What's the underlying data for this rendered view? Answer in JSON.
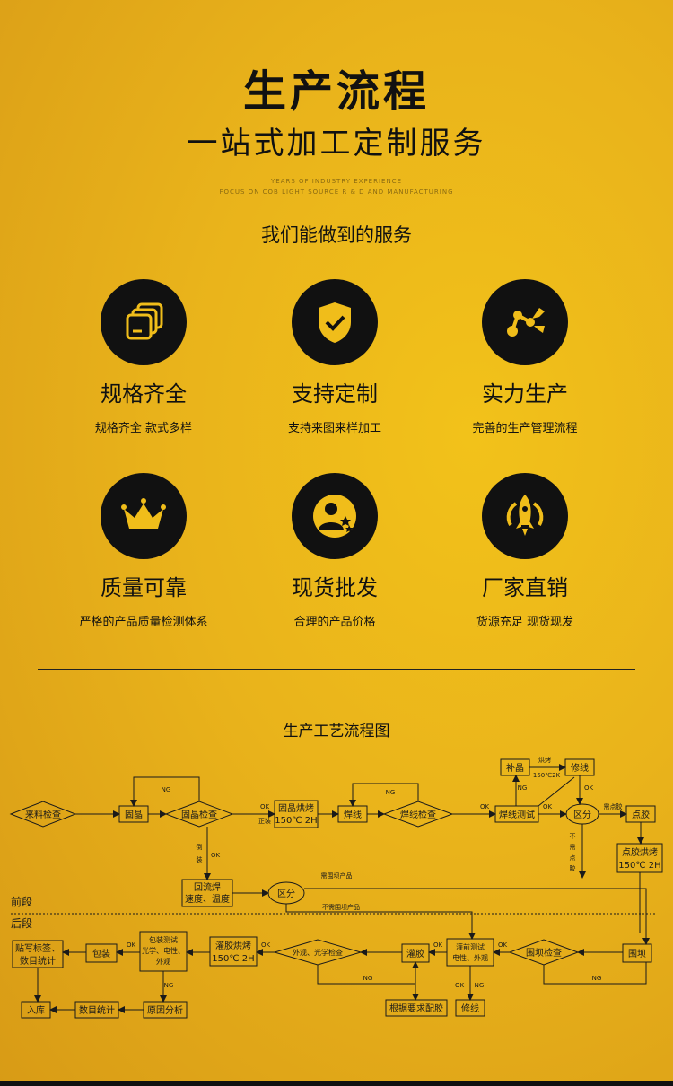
{
  "header": {
    "title": "生产流程",
    "subtitle": "一站式加工定制服务",
    "en_line1": "YEARS OF INDUSTRY EXPERIENCE",
    "en_line2": "FOCUS ON COB LIGHT SOURCE R & D AND MANUFACTURING"
  },
  "services": {
    "heading": "我们能做到的服务",
    "items": [
      {
        "icon": "stack-icon",
        "title": "规格齐全",
        "desc": "规格齐全 款式多样"
      },
      {
        "icon": "shield-check-icon",
        "title": "支持定制",
        "desc": "支持来图来样加工"
      },
      {
        "icon": "robot-arm-icon",
        "title": "实力生产",
        "desc": "完善的生产管理流程"
      },
      {
        "icon": "crown-icon",
        "title": "质量可靠",
        "desc": "严格的产品质量检测体系"
      },
      {
        "icon": "person-stars-icon",
        "title": "现货批发",
        "desc": "合理的产品价格"
      },
      {
        "icon": "rocket-icon",
        "title": "厂家直销",
        "desc": "货源充足 现货现发"
      }
    ]
  },
  "flow": {
    "title": "生产工艺流程图",
    "front_label": "前段",
    "back_label": "后段",
    "nodes": {
      "incoming_check": "来料检查",
      "die_attach": "固晶",
      "die_check": "固晶检查",
      "die_bake_1": "固晶烘烤",
      "die_bake_2": "150℃ 2H",
      "wire_bond": "焊线",
      "wire_check": "焊线检查",
      "wire_test": "焊线测试",
      "distinguish": "区分",
      "dispense": "点胶",
      "repair_die": "补晶",
      "repair_line": "修线",
      "dispense_bake_1": "点胶烘烤",
      "dispense_bake_2": "150℃ 2H",
      "reflow_1": "回流焊",
      "reflow_2": "速度、温度",
      "distinguish2": "区分",
      "dam": "围坝",
      "dam_check": "围坝检查",
      "pre_test_1": "灌前测试",
      "pre_test_2": "电性、外观",
      "potting": "灌胶",
      "visual_check": "外观、光学检查",
      "potting_bake_1": "灌胶烘烤",
      "potting_bake_2": "150℃ 2H",
      "pack_test_1": "包装测试",
      "pack_test_2": "光学、电性、",
      "pack_test_3": "外观",
      "package": "包装",
      "label_1": "贴写标签、",
      "label_2": "数目统计",
      "warehouse": "入库",
      "count": "数目统计",
      "cause": "原因分析",
      "mix_glue": "根据要求配胶",
      "repair_line2": "修线"
    },
    "labels": {
      "ok": "OK",
      "ng": "NG",
      "normal": "正装",
      "flip_1": "倒",
      "flip_2": "装",
      "bake": "烘烤",
      "bake_temp": "150℃2K",
      "need_dispense": "需点胶",
      "no_dispense_1": "不",
      "no_dispense_2": "需",
      "no_dispense_3": "点",
      "no_dispense_4": "胶",
      "need_dam": "需围坝产品",
      "no_dam": "不需围坝产品"
    }
  },
  "colors": {
    "background": "#e9b31b",
    "icon_bg": "#111111",
    "icon_fg": "#f0bd1a"
  }
}
